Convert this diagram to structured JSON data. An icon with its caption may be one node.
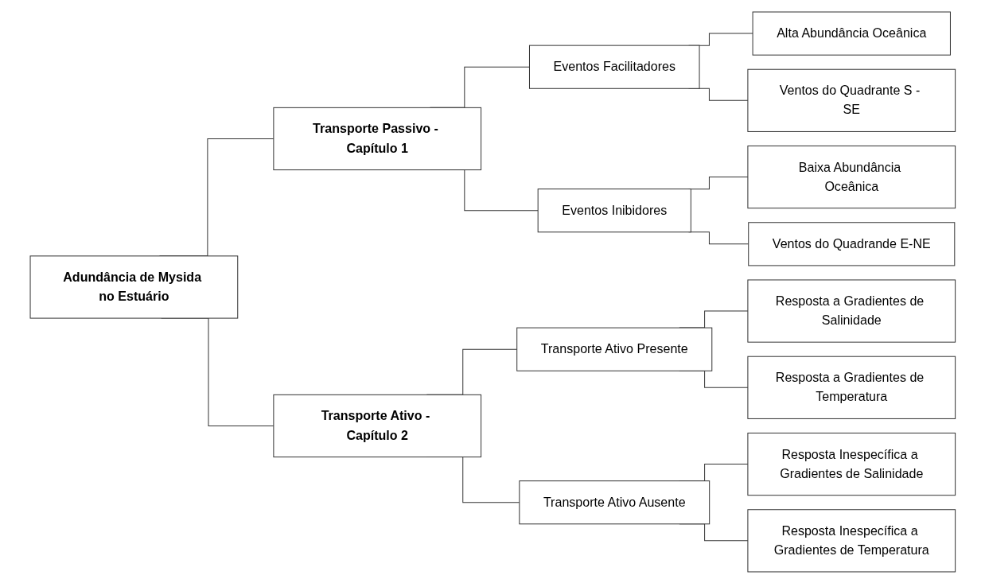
{
  "diagram": {
    "nodes": [
      {
        "text": [
          "Adundância de Mysida no Estuário"
        ]
      },
      {
        "text": [
          "Transporte Passivo - Capítulo 1"
        ]
      },
      {
        "text": [
          "Eventos Facilitadores"
        ]
      },
      {
        "text": [
          "Eventos Inibidores"
        ]
      },
      {
        "text": [
          "Alta Abundância Oceânica"
        ]
      },
      {
        "text": [
          "Ventos do Quadrante S - SE"
        ]
      },
      {
        "text": [
          "Baixa Abundância Oceânica"
        ]
      },
      {
        "text": [
          "Ventos do Quadrande E-NE"
        ]
      },
      {
        "text": [
          "Transporte Ativo - Capítulo 2"
        ]
      },
      {
        "text": [
          "Transporte Ativo Presente"
        ]
      },
      {
        "text": [
          "Transporte Ativo Ausente"
        ]
      },
      {
        "text": [
          "Resposta a Gradientes de Salinidade"
        ]
      },
      {
        "text": [
          "Resposta a Gradientes de Temperatura"
        ]
      },
      {
        "text": [
          "Resposta Inespecífica a Gradientes de Salinidade"
        ]
      },
      {
        "text": [
          "Resposta Inespecífica a Gradientes de Temperatura"
        ]
      }
    ],
    "edges": [
      {
        "from": 0,
        "to": 1,
        "arrow": "none"
      },
      {
        "from": 1,
        "to": 2,
        "arrow": "none"
      },
      {
        "from": 1,
        "to": 3,
        "arrow": "none"
      },
      {
        "from": 2,
        "to": 4,
        "arrow": "none"
      },
      {
        "from": 2,
        "to": 5,
        "arrow": "none"
      },
      {
        "from": 3,
        "to": 6,
        "arrow": "none"
      },
      {
        "from": 3,
        "to": 7,
        "arrow": "none"
      },
      {
        "from": 0,
        "to": 8,
        "arrow": "none"
      },
      {
        "from": 8,
        "to": 9,
        "arrow": "none"
      },
      {
        "from": 8,
        "to": 10,
        "arrow": "none"
      },
      {
        "from": 9,
        "to": 11,
        "arrow": "none"
      },
      {
        "from": 9,
        "to": 12,
        "arrow": "none"
      },
      {
        "from": 10,
        "to": 13,
        "arrow": "none"
      },
      {
        "from": 10,
        "to": 14,
        "arrow": "none"
      }
    ]
  }
}
